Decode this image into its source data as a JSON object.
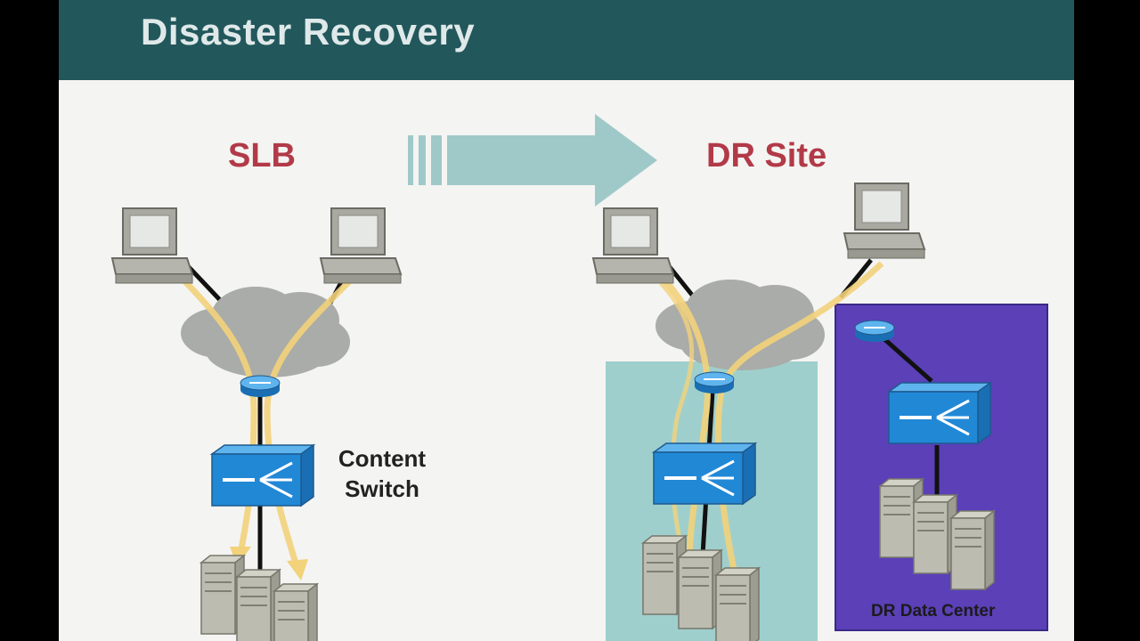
{
  "slide": {
    "title": "Disaster Recovery"
  },
  "labels": {
    "slb": "SLB",
    "dr_site": "DR Site",
    "content_switch_line1": "Content",
    "content_switch_line2": "Switch",
    "dr_data_center": "DR Data Center"
  },
  "icons": {
    "migration_arrow": "right-arrow-icon",
    "client": "workstation-icon",
    "cloud": "network-cloud-icon",
    "router": "router-icon",
    "content_switch": "content-switch-icon",
    "server": "server-icon"
  },
  "colors": {
    "title_bar": "#22575c",
    "label_red": "#b23a48",
    "dr_site_panel": "#9fcfcc",
    "dr_data_center_panel": "#5b40b8",
    "traffic_path": "#f2d27a",
    "switch_blue": "#2188d6"
  }
}
